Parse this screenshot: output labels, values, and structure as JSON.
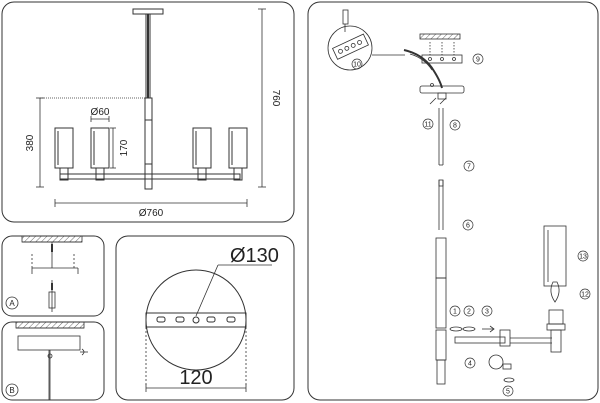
{
  "dims": {
    "height_total": "760",
    "height_body": "380",
    "shade_diameter": "Ø60",
    "shade_height": "170",
    "overall_diameter": "Ø760",
    "canopy_diameter": "Ø130",
    "mount_spacing": "120"
  },
  "panels": {
    "a": "A",
    "b": "B"
  },
  "steps": [
    "1",
    "2",
    "3",
    "4",
    "5",
    "6",
    "7",
    "8",
    "9",
    "10",
    "11",
    "12",
    "13"
  ]
}
